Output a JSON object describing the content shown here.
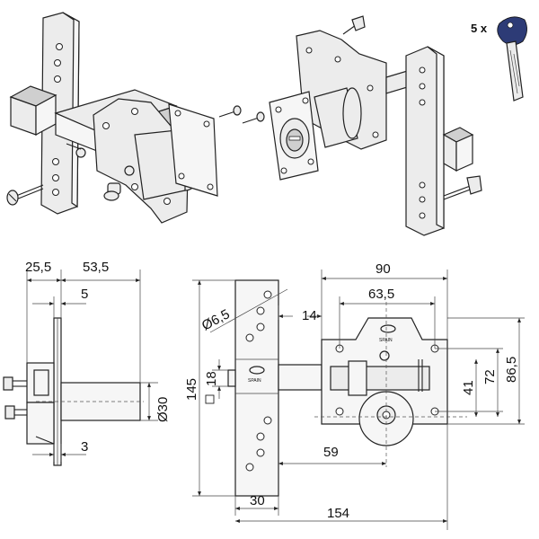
{
  "keys": {
    "count_label": "5 x",
    "key_color": "#2d3b76"
  },
  "dimensions": {
    "side_view": {
      "width_a": "25,5",
      "width_b": "53,5",
      "offset": "5",
      "bottom": "3",
      "diameter": "Ø30"
    },
    "front_view": {
      "hole_diameter": "Ø6,5",
      "height": "145",
      "bolt": "18",
      "plate_width": "30",
      "total_length": "154",
      "overall_width": "90",
      "inner_width": "63,5",
      "gap": "14",
      "bolt_distance": "59",
      "h_41": "41",
      "h_72": "72",
      "h_86": "86,5"
    }
  },
  "brand_label": "SPAIN"
}
